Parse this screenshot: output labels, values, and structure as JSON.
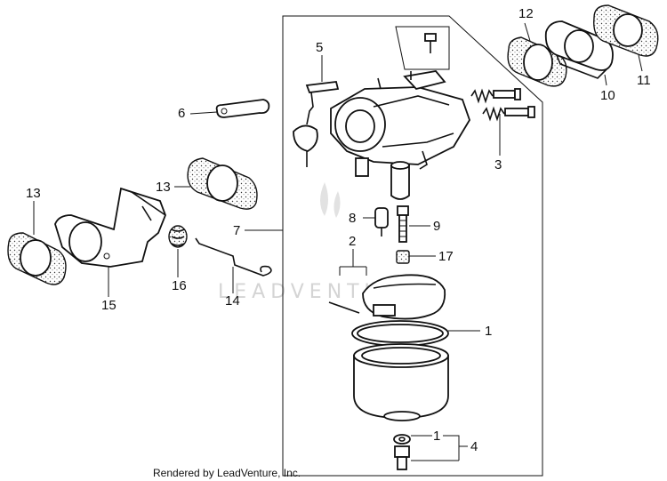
{
  "diagram": {
    "footer_text": "Rendered by LeadVenture, Inc.",
    "watermark_text": "LEADVENTURE",
    "callouts": {
      "c1a": "1",
      "c1b": "1",
      "c2": "2",
      "c3": "3",
      "c4": "4",
      "c5": "5",
      "c6": "6",
      "c7": "7",
      "c8": "8",
      "c9": "9",
      "c10": "10",
      "c11": "11",
      "c12": "12",
      "c13a": "13",
      "c13b": "13",
      "c14": "14",
      "c15": "15",
      "c16": "16",
      "c17": "17"
    }
  }
}
